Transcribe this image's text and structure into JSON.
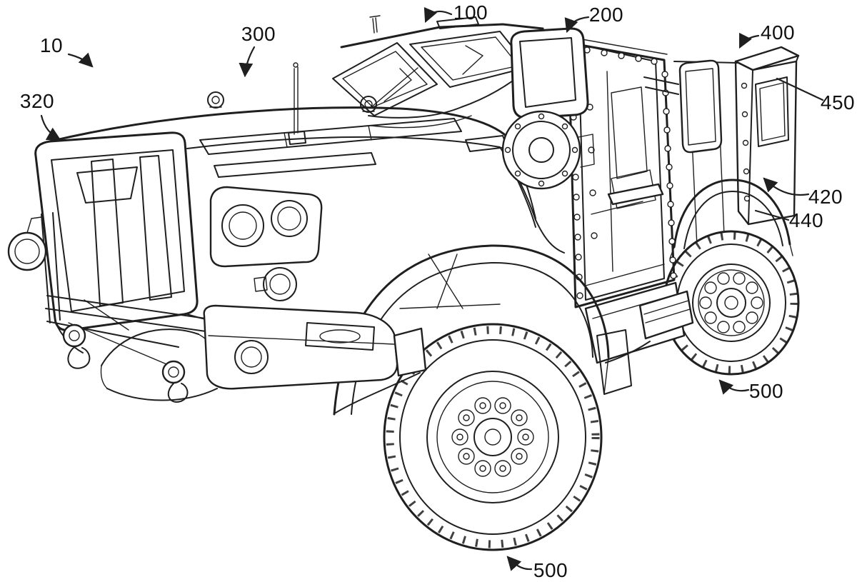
{
  "figure": {
    "kind": "patent-line-drawing",
    "description": "Front-left perspective line drawing of an armored tactical utility vehicle with numbered reference leaders",
    "background_color": "#ffffff",
    "line_color": "#1f1f1f",
    "labels": [
      {
        "text": "10"
      },
      {
        "text": "320"
      },
      {
        "text": "300"
      },
      {
        "text": "100"
      },
      {
        "text": "200"
      },
      {
        "text": "400"
      },
      {
        "text": "450"
      },
      {
        "text": "420"
      },
      {
        "text": "440"
      },
      {
        "text": "500"
      },
      {
        "text": "500"
      }
    ]
  }
}
